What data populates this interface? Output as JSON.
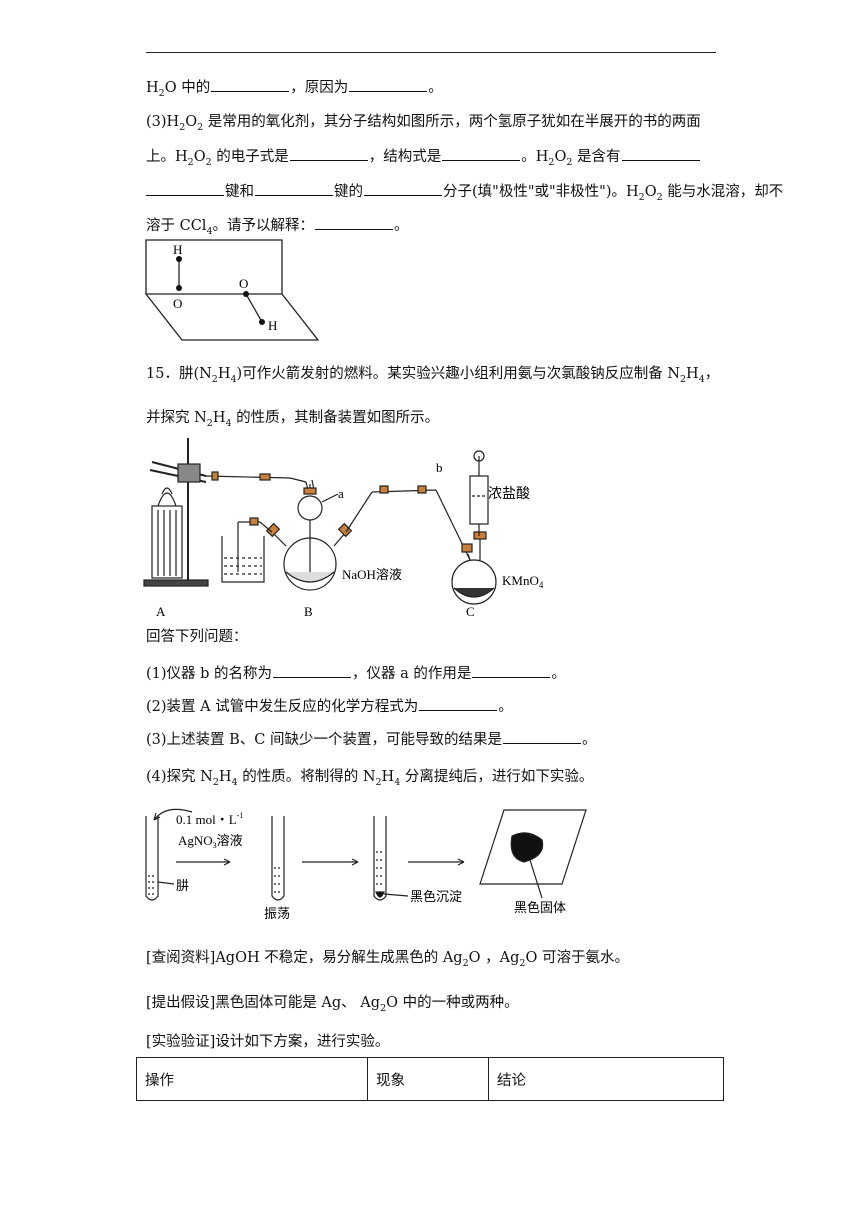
{
  "l1": {
    "a": "H",
    "b": "2",
    "c": "O 中的",
    "d": "，原因为",
    "e": "。"
  },
  "l2": {
    "a": "(3)H",
    "b": "2",
    "c": "O",
    "d": "2",
    "e": " 是常用的氧化剂，其分子结构如图所示，两个氢原子犹如在半展开的书的两面"
  },
  "l3": {
    "a": "上。H",
    "b": "2",
    "c": "O",
    "d": "2",
    "e": " 的电子式是",
    "f": "，结构式是",
    "g": "。H",
    "h": "2",
    "i": "O",
    "j": "2",
    "k": " 是含有"
  },
  "l4": {
    "a": "键和",
    "b": "键的",
    "c": "分子(填\"极性\"或\"非极性\")。H",
    "d": "2",
    "e": "O",
    "f": "2",
    "g": " 能与水混溶，却不"
  },
  "l5": {
    "a": "溶于 CCl",
    "b": "4",
    "c": "。请予以解释：",
    "d": "。"
  },
  "fig1": {
    "h1": "H",
    "o1": "O",
    "o2": "O",
    "h2": "H"
  },
  "q15": {
    "a": "15．肼(",
    "b": "N",
    "c": "2",
    "d": "H",
    "e": "4",
    "f": ")可作火箭发射的燃料。某实验兴趣小组利用氨与次氯酸钠反应制备 ",
    "g": "N",
    "h": "2",
    "i": "H",
    "j": "4",
    "k": "，"
  },
  "q15b": {
    "a": "并探究 ",
    "b": "N",
    "c": "2",
    "d": "H",
    "e": "4",
    "f": " 的性质，其制备装置如图所示。"
  },
  "fig2": {
    "lb": "b",
    "la": "a",
    "hcl": "浓盐酸",
    "naoh": "NaOH溶液",
    "kmn": "KMnO",
    "kmn4": "4",
    "A": "A",
    "B": "B",
    "C": "C"
  },
  "ask": "回答下列问题：",
  "p1": {
    "a": "(1)仪器 b 的名称为",
    "b": "，仪器 a 的作用是",
    "c": "。"
  },
  "p2": {
    "a": "(2)装置 A 试管中发生反应的化学方程式为",
    "b": "。"
  },
  "p3": {
    "a": "(3)上述装置 B、C 间缺少一个装置，可能导致的结果是",
    "b": "。"
  },
  "p4": {
    "a": "(4)探究 ",
    "b": "N",
    "c": "2",
    "d": "H",
    "e": "4",
    "f": " 的性质。将制得的 ",
    "g": "N",
    "h": "2",
    "i": "H",
    "j": "4",
    "k": " 分离提纯后，进行如下实验。"
  },
  "fig3": {
    "conc": "0.1 mol・L",
    "sup": "-1",
    "agno": "AgNO",
    "agno3": "3",
    "agsol": "溶液",
    "hydr": "肼",
    "shake": "振荡",
    "ppt": "黑色沉淀",
    "solid": "黑色固体"
  },
  "r1": {
    "a": "[查阅资料]AgOH 不稳定，易分解生成黑色的 ",
    "b": "Ag",
    "c": "2",
    "d": "O",
    "e": " ，",
    "f": "Ag",
    "g": "2",
    "h": "O",
    "i": " 可溶于氨水。"
  },
  "r2": {
    "a": "[提出假设]黑色固体可能是 Ag、 ",
    "b": "Ag",
    "c": "2",
    "d": "O",
    "e": " 中的一种或两种。"
  },
  "r3": "[实验验证]设计如下方案，进行实验。",
  "table": {
    "h1": "操作",
    "h2": "现象",
    "h3": "结论"
  }
}
